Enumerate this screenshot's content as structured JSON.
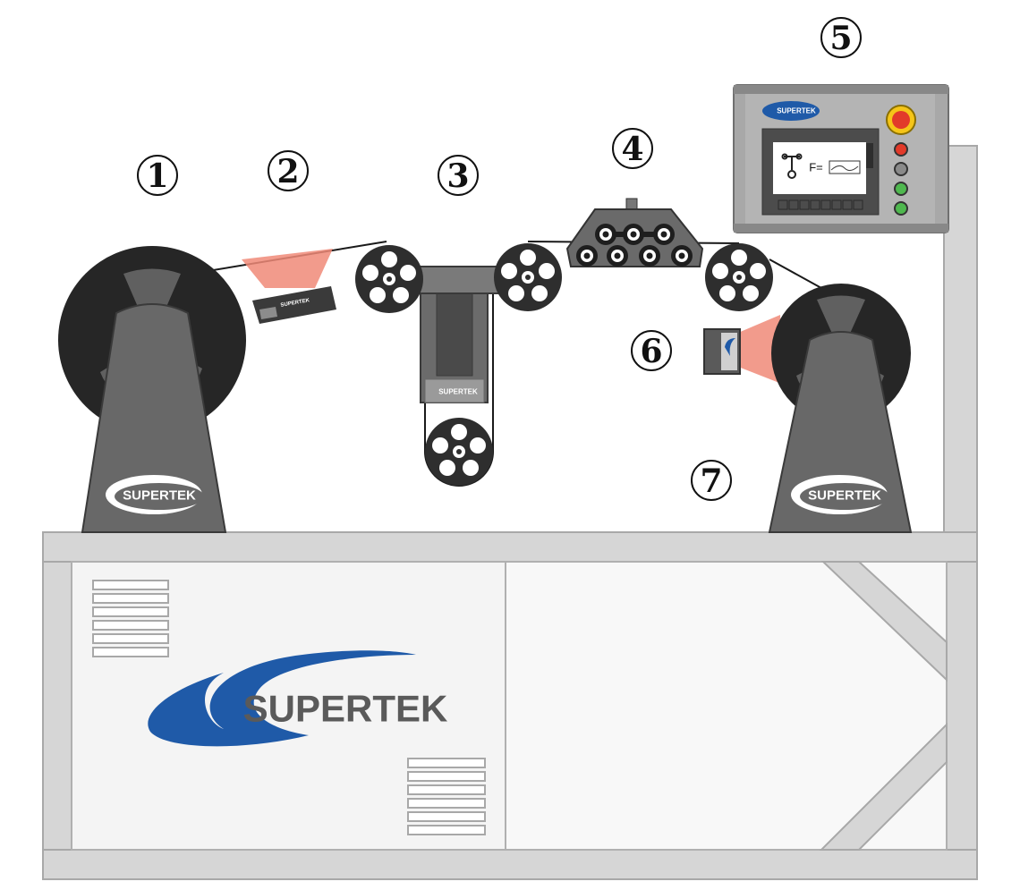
{
  "brand": {
    "name": "SUPERTEK",
    "primary_color": "#1f5aa8",
    "frame_color": "#d3d3d3",
    "roller_color": "#2e2e2e",
    "laser_color": "#f08a78",
    "stop_button_color": "#e23a2a",
    "green_button_color": "#4fb84f"
  },
  "callouts": [
    {
      "label": "1",
      "component": "unwind-reel"
    },
    {
      "label": "2",
      "component": "laser-sensor"
    },
    {
      "label": "3",
      "component": "dancer-tension-unit"
    },
    {
      "label": "4",
      "component": "tension-measuring-head"
    },
    {
      "label": "5",
      "component": "control-panel"
    },
    {
      "label": "6",
      "component": "diameter-sensor"
    },
    {
      "label": "7",
      "component": "rewind-reel"
    }
  ],
  "control_panel": {
    "screen_prefix": "F=",
    "buttons": [
      "stop-button",
      "red-indicator",
      "gray-indicator",
      "green-indicator",
      "green-indicator"
    ]
  }
}
